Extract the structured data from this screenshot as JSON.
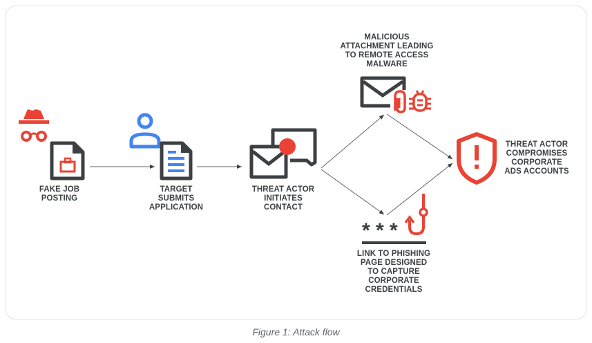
{
  "nodes": {
    "fake_job": {
      "label": "FAKE JOB\nPOSTING",
      "lines": [
        "FAKE JOB",
        "POSTING"
      ]
    },
    "target_submits": {
      "lines": [
        "TARGET",
        "SUBMITS",
        "APPLICATION"
      ]
    },
    "threat_contact": {
      "lines": [
        "THREAT ACTOR",
        "INITIATES",
        "CONTACT"
      ]
    },
    "malicious_attachment": {
      "lines": [
        "MALICIOUS",
        "ATTACHMENT LEADING",
        "TO REMOTE ACCESS",
        "MALWARE"
      ]
    },
    "phishing_link": {
      "lines": [
        "LINK TO PHISHING",
        "PAGE DESIGNED",
        "TO CAPTURE",
        "CORPORATE",
        "CREDENTIALS"
      ]
    },
    "compromise": {
      "lines": [
        "THREAT ACTOR",
        "COMPROMISES",
        "CORPORATE",
        "ADS ACCOUNTS"
      ]
    }
  },
  "icons": {
    "fake_job": [
      "incognito-icon",
      "document-briefcase-icon"
    ],
    "target_submits": [
      "user-icon",
      "document-lines-icon"
    ],
    "threat_contact": [
      "envelope-chat-notification-icon"
    ],
    "malicious_attachment": [
      "envelope-icon",
      "paperclip-icon",
      "bug-icon"
    ],
    "phishing_link": [
      "password-asterisks-icon",
      "fishhook-icon"
    ],
    "compromise": [
      "shield-alert-icon"
    ]
  },
  "colors": {
    "red": "#ea4335",
    "blue": "#4285f4",
    "dark": "#3c4043",
    "arrow": "#5f6368"
  },
  "caption": "Figure 1: Attack flow"
}
